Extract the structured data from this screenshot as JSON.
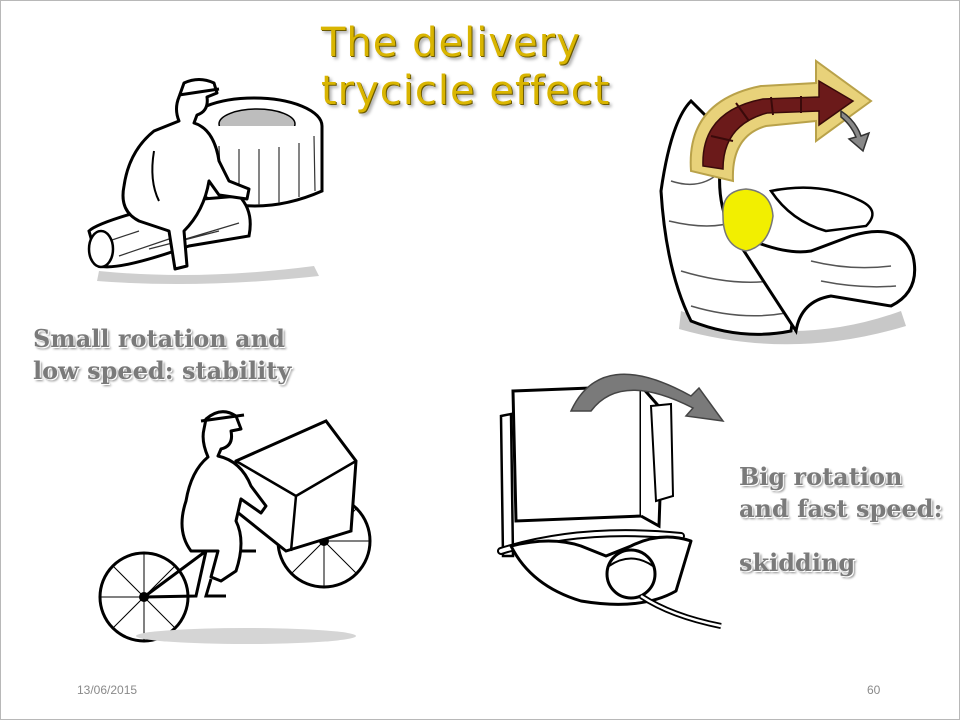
{
  "slide": {
    "title_lines": [
      "The delivery",
      "trycicle effect"
    ],
    "left_caption": [
      "Small rotation and",
      "low speed: stability"
    ],
    "right_caption": [
      "Big rotation",
      "and fast speed:",
      "skidding"
    ],
    "date": "13/06/2015",
    "page_number": "60"
  },
  "colors": {
    "title": "#d9b500",
    "caption": "#7a7a7a",
    "arrow_fill": "#6b1a1a",
    "arrow_border": "#e8d27a",
    "foramen": "#f2ef00"
  },
  "icons": [
    "worker-on-vertebra-icon",
    "vertebra-rotation-icon",
    "tricycle-rider-icon",
    "tricycle-skidding-icon"
  ]
}
